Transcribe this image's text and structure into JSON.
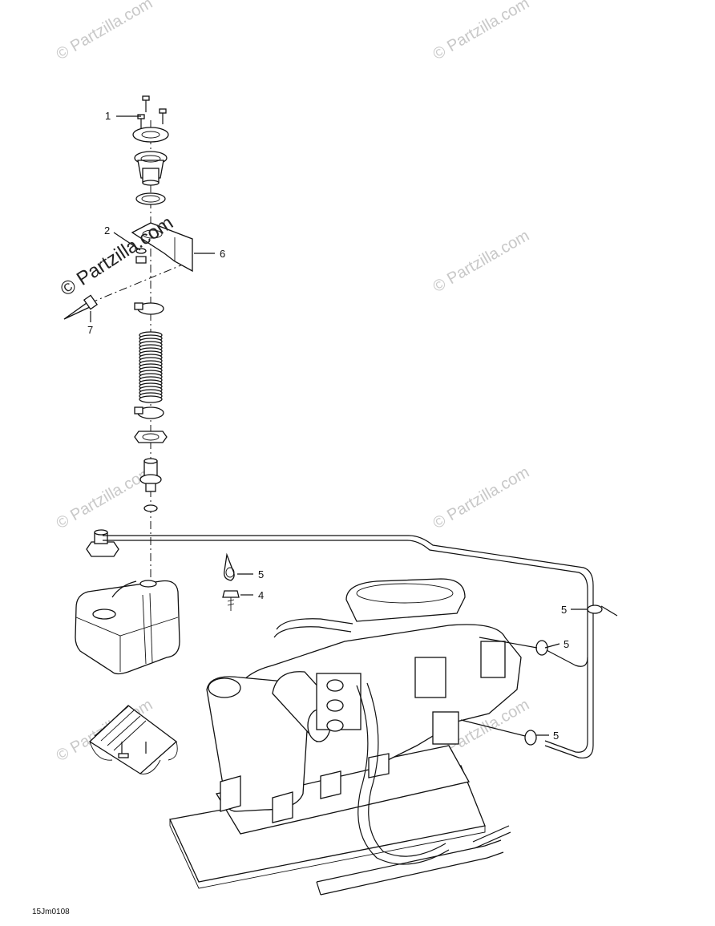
{
  "watermark": {
    "text": "© Partzilla.com"
  },
  "diagram_code": "15Jm0108",
  "callouts": [
    {
      "id": "c1",
      "label": "1"
    },
    {
      "id": "c2",
      "label": "2"
    },
    {
      "id": "c6",
      "label": "6"
    },
    {
      "id": "c7",
      "label": "7"
    },
    {
      "id": "c5a",
      "label": "5"
    },
    {
      "id": "c4",
      "label": "4"
    },
    {
      "id": "c5b",
      "label": "5"
    },
    {
      "id": "c5c",
      "label": "5"
    },
    {
      "id": "c5d",
      "label": "5"
    }
  ]
}
